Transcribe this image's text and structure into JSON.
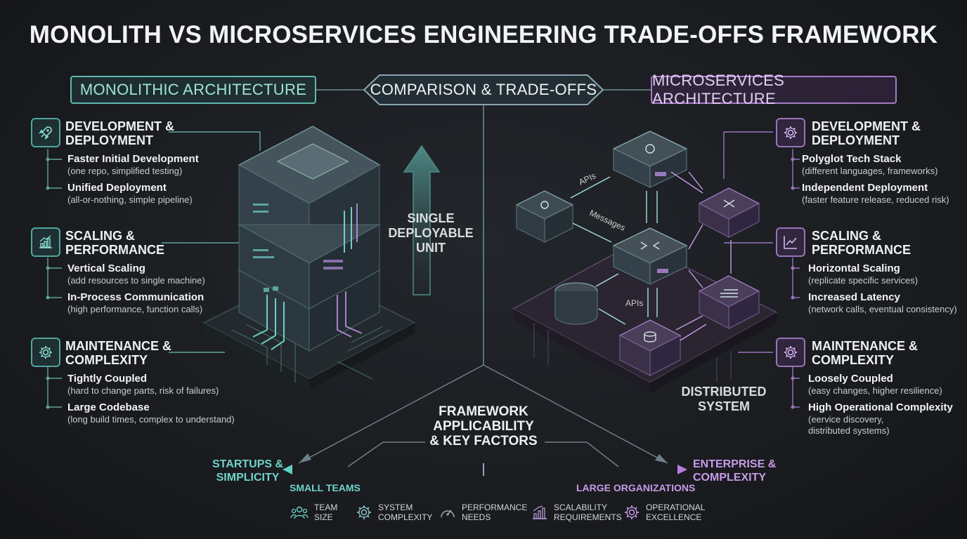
{
  "title": "MONOLITH VS MICROSERVICES ENGINEERING TRADE-OFFS FRAMEWORK",
  "headers": {
    "monolith": "MONOLITHIC ARCHITECTURE",
    "comparison": "COMPARISON & TRADE-OFFS",
    "microservices": "MICROSERVICES ARCHITECTURE"
  },
  "monolith": {
    "sections": [
      {
        "icon": "rocket-icon",
        "title_1": "DEVELOPMENT &",
        "title_2": "DEPLOYMENT",
        "items": [
          {
            "title": "Faster Initial Development",
            "sub": "(one repo, simplified testing)"
          },
          {
            "title": "Unified Deployment",
            "sub": "(all-or-nothing, simple pipeline)"
          }
        ]
      },
      {
        "icon": "growth-chart-icon",
        "title_1": "SCALING &",
        "title_2": "PERFORMANCE",
        "items": [
          {
            "title": "Vertical Scaling",
            "sub": "(add resources to single machine)"
          },
          {
            "title": "In-Process Communication",
            "sub": "(high performance, function calls)"
          }
        ]
      },
      {
        "icon": "gear-icon",
        "title_1": "MAINTENANCE &",
        "title_2": "COMPLEXITY",
        "items": [
          {
            "title": "Tightly Coupled",
            "sub": "(hard to change parts, risk of failures)"
          },
          {
            "title": "Large Codebase",
            "sub": "(long build times, complex to understand)"
          }
        ]
      }
    ],
    "center_label_1": "SINGLE",
    "center_label_2": "DEPLOYABLE",
    "center_label_3": "UNIT"
  },
  "microservices": {
    "sections": [
      {
        "icon": "gear-icon",
        "title_1": "DEVELOPMENT &",
        "title_2": "DEPLOYMENT",
        "items": [
          {
            "title": "Polyglot Tech Stack",
            "sub": "(different languages, frameworks)"
          },
          {
            "title": "Independent Deployment",
            "sub": "(faster feature release, reduced risk)"
          }
        ]
      },
      {
        "icon": "line-chart-icon",
        "title_1": "SCALING &",
        "title_2": "PERFORMANCE",
        "items": [
          {
            "title": "Horizontal Scaling",
            "sub": "(replicate specific services)"
          },
          {
            "title": "Increased Latency",
            "sub": "(network calls, eventual consistency)"
          }
        ]
      },
      {
        "icon": "gear-icon",
        "title_1": "MAINTENANCE &",
        "title_2": "COMPLEXITY",
        "items": [
          {
            "title": "Loosely Coupled",
            "sub": "(easy changes, higher resilience)"
          },
          {
            "title": "High Operational Complexity",
            "sub": "(eervice discovery,",
            "sub2": "distributed systems)"
          }
        ]
      }
    ],
    "center_label_1": "DISTRIBUTED",
    "center_label_2": "SYSTEM",
    "edge_labels": {
      "apis_top": "APIs",
      "messages": "Messages",
      "apis_mid": "APIs"
    }
  },
  "framework": {
    "title_1": "FRAMEWORK",
    "title_2": "APPLICABILITY",
    "title_3": "& KEY FACTORS",
    "left_end_1": "STARTUPS &",
    "left_end_2": "SIMPLICITY",
    "right_end_1": "ENTERPRISE &",
    "right_end_2": "COMPLEXITY",
    "left_scale": "SMALL TEAMS",
    "right_scale": "LARGE ORGANIZATIONS",
    "factors": [
      {
        "icon": "team-icon",
        "line_1": "TEAM",
        "line_2": "SIZE"
      },
      {
        "icon": "gear-icon",
        "line_1": "SYSTEM",
        "line_2": "COMPLEXITY"
      },
      {
        "icon": "gauge-icon",
        "line_1": "PERFORMANCE",
        "line_2": "NEEDS"
      },
      {
        "icon": "bar-chart-icon",
        "line_1": "SCALABILITY",
        "line_2": "REQUIREMENTS"
      },
      {
        "icon": "gear-icon",
        "line_1": "OPERATIONAL",
        "line_2": "EXCELLENCE"
      }
    ]
  },
  "colors": {
    "teal": "#5fb8b0",
    "purple": "#a47bc7",
    "background": "#1b1d21"
  }
}
